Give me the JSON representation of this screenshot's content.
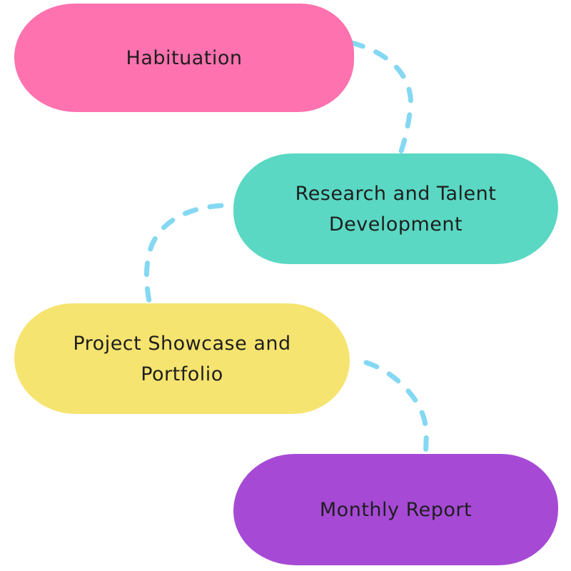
{
  "diagram": {
    "colors": {
      "connector": "#85d8f2",
      "text": "#1e1e1e"
    },
    "nodes": [
      {
        "label": "Habituation",
        "color": "#fd72af"
      },
      {
        "label": "Research and Talent Development",
        "color": "#5ad8c3"
      },
      {
        "label": "Project Showcase and Portfolio",
        "color": "#f6e470"
      },
      {
        "label": "Monthly Report",
        "color": "#a64ad5"
      }
    ]
  }
}
